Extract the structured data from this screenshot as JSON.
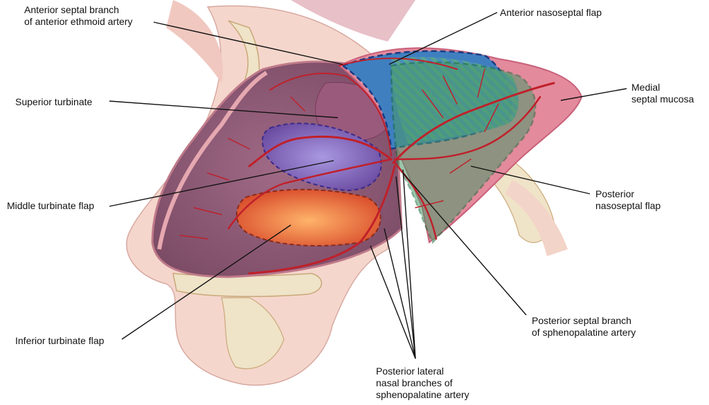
{
  "labels": {
    "anterior_septal": [
      "Anterior septal branch",
      "of anterior ethmoid artery"
    ],
    "superior_turbinate": [
      "Superior turbinate"
    ],
    "middle_turbinate_flap": [
      "Middle turbinate flap"
    ],
    "inferior_turbinate_flap": [
      "Inferior turbinate flap"
    ],
    "anterior_nasoseptal_flap": [
      "Anterior nasoseptal flap"
    ],
    "medial_septal_mucosa": [
      "Medial",
      "septal mucosa"
    ],
    "posterior_nasoseptal_flap": [
      "Posterior",
      "nasoseptal flap"
    ],
    "posterior_septal_branch": [
      "Posterior septal branch",
      "of sphenopalatine artery"
    ],
    "posterior_lateral_nasal": [
      "Posterior lateral",
      "nasal branches of",
      "sphenopalatine artery"
    ]
  },
  "colors": {
    "skin": "#f2d3c8",
    "bone": "#efe3c8",
    "mucosa": "#c98a96",
    "cavity": "#8e5a74",
    "vessel": "#c0202a",
    "anterior_flap": "#3f7fc0",
    "posterior_flap": "#4a9a6a",
    "middle_flap": "#8b6cc0",
    "inferior_flap": "#e8793e",
    "septal_mucosa": "#e07d90"
  }
}
